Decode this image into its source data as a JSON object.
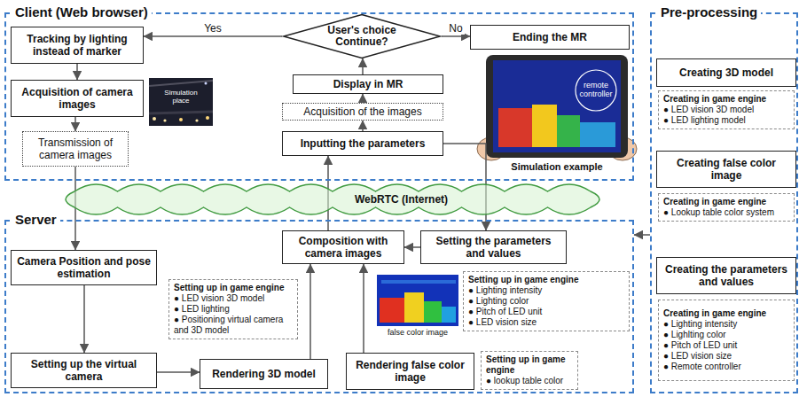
{
  "diagram": {
    "nodes": [
      {
        "text": [
          "Client (Web browser)"
        ]
      },
      {
        "text": [
          "Tracking by lighting instead of marker"
        ],
        "in": 0
      },
      {
        "text": [
          "User's choice Continue?"
        ],
        "in": 0
      },
      {
        "text": [
          "Ending the MR"
        ],
        "in": 0
      },
      {
        "text": [
          "Acquisition of camera images"
        ],
        "in": 0
      },
      {
        "text": [
          "Display in MR"
        ],
        "in": 0
      },
      {
        "text": [
          "Acquisition of the images"
        ],
        "in": 0
      },
      {
        "text": [
          "Inputting the parameters"
        ],
        "in": 0
      },
      {
        "text": [
          "Transmission of camera images"
        ],
        "in": 0
      },
      {
        "text": [
          "WebRTC (Internet)"
        ]
      },
      {
        "text": [
          "Server"
        ]
      },
      {
        "text": [
          "Camera Position and pose estimation"
        ],
        "in": 10
      },
      {
        "text": [
          "Composition with camera images"
        ],
        "in": 10
      },
      {
        "text": [
          "Setting the parameters and values"
        ],
        "in": 10
      },
      {
        "text": [
          "Setting up in game engine",
          "● LED vision 3D model",
          "● LED lighting",
          "● Positioning virtual camera and 3D model"
        ],
        "in": 10
      },
      {
        "text": [
          "Setting up in game engine",
          "● Lighting intensity",
          "● Lighting color",
          "● Pitch of LED unit",
          "● LED vision size"
        ],
        "in": 10
      },
      {
        "text": [
          "Setting up the virtual camera"
        ],
        "in": 10
      },
      {
        "text": [
          "Rendering 3D model"
        ],
        "in": 10
      },
      {
        "text": [
          "Rendering false color image"
        ],
        "in": 10
      },
      {
        "text": [
          "Setting up in game engine",
          "● lookup table color"
        ],
        "in": 10
      },
      {
        "text": [
          "Pre-processing"
        ]
      },
      {
        "text": [
          "Creating 3D model"
        ],
        "in": 20
      },
      {
        "text": [
          "Creating in game engine",
          "● LED vision 3D model",
          "● LED lighting model"
        ],
        "in": 20
      },
      {
        "text": [
          "Creating false color image"
        ],
        "in": 20
      },
      {
        "text": [
          "Creating in game engine",
          "● Lookup table color system"
        ],
        "in": 20
      },
      {
        "text": [
          "Creating the parameters and values"
        ],
        "in": 20
      },
      {
        "text": [
          "Creating in game engine",
          "● Lighting intensity",
          "● Lighlting color",
          "● Pitch of LED unit",
          "● LED vision size",
          "● Remote controller"
        ],
        "in": 20
      }
    ],
    "edges": [
      {
        "from": 2,
        "to": 1,
        "label": "Yes",
        "arrow": "to"
      },
      {
        "from": 2,
        "to": 3,
        "label": "No",
        "arrow": "to"
      },
      {
        "from": 1,
        "to": 4,
        "arrow": "to"
      },
      {
        "from": 4,
        "to": 8,
        "arrow": "to"
      },
      {
        "from": 8,
        "to": 11,
        "arrow": "to"
      },
      {
        "from": 11,
        "to": 16,
        "arrow": "to"
      },
      {
        "from": 16,
        "to": 17,
        "arrow": "to"
      },
      {
        "from": 17,
        "to": 12,
        "arrow": "to"
      },
      {
        "from": 18,
        "to": 12,
        "arrow": "to"
      },
      {
        "from": 13,
        "to": 12,
        "arrow": "to"
      },
      {
        "from": 12,
        "to": 7,
        "arrow": "to"
      },
      {
        "from": 7,
        "to": 13,
        "arrow": "to"
      },
      {
        "from": 7,
        "to": 6,
        "arrow": "to"
      },
      {
        "from": 6,
        "to": 5,
        "arrow": "to"
      },
      {
        "from": 5,
        "to": 2,
        "arrow": "to"
      },
      {
        "from": 20,
        "to": 10,
        "arrow": "to"
      }
    ],
    "labels": [
      "Simulation place",
      "remote controller",
      "Simulation example",
      "false color image"
    ]
  }
}
